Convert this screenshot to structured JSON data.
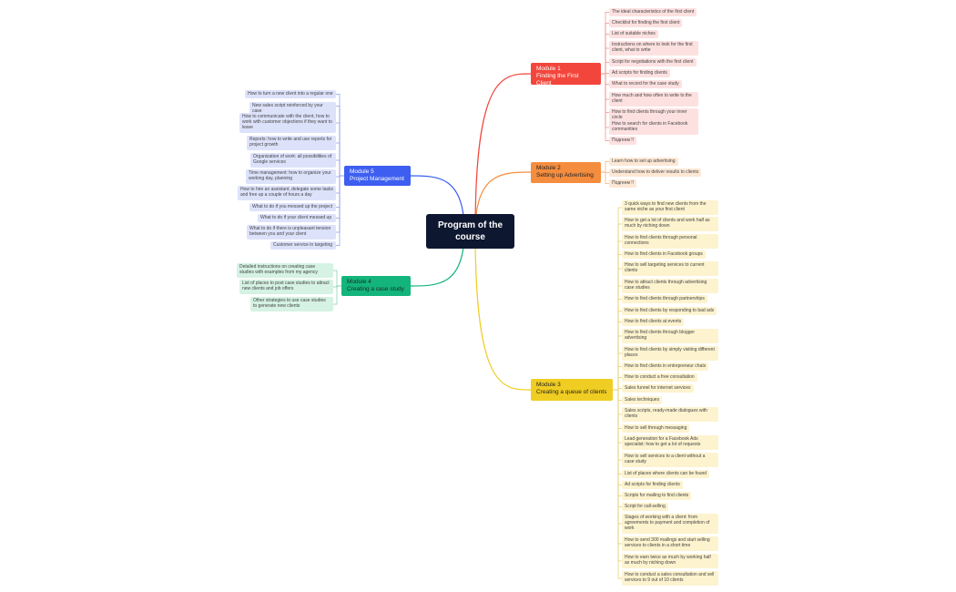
{
  "central": {
    "title": "Program of the course"
  },
  "modules": {
    "m1": {
      "name": "Module 1",
      "title": "Finding the First Client",
      "color": "#f2463c"
    },
    "m2": {
      "name": "Module 2",
      "title": "Setting up Advertising",
      "color": "#f58d3e"
    },
    "m3": {
      "name": "Module 3",
      "title": "Creating a queue of clients",
      "color": "#f0cd22"
    },
    "m4": {
      "name": "Module 4",
      "title": "Creating a case study",
      "color": "#13b57c"
    },
    "m5": {
      "name": "Module 5",
      "title": "Project Management",
      "color": "#3d5ef0"
    }
  },
  "m1_items": [
    "The ideal characteristics of the first client",
    "Checklist for finding the first client",
    "List of suitable niches",
    "Instructions on where to look for the first client, what to write",
    "Script for negotiations with the first client",
    "Ad scripts for finding clients",
    "What to record for the case study",
    "How much and how often to write to the client",
    "How to find clients through your inner circle",
    "How to search for clients in Facebook communities",
    "Подгенм !!"
  ],
  "m2_items": [
    "Learn how to set up advertising",
    "Understand how to deliver results to clients",
    "Подгенм !!"
  ],
  "m3_items": [
    "3 quick ways to find new clients from the same niche as your first client",
    "How to get a lot of clients and work half as much by niching down",
    "How to find clients through personal connections",
    "How to find clients in Facebook groups",
    "How to sell targeting services to current clients",
    "How to attract clients through advertising case studies",
    "How to find clients through partnerships",
    "How to find clients by responding to bad ads",
    "How to find clients at events",
    "How to find clients through blogger advertising",
    "How to find clients by simply visiting different places",
    "How to find clients in entrepreneur chats",
    "How to conduct a free consultation",
    "Sales funnel for internet services",
    "Sales techniques",
    "Sales scripts, ready-made dialogues with clients",
    "How to sell through messaging",
    "Lead generation for a Facebook Ads specialist: how to get a lot of requests",
    "How to sell services to a client without a case study",
    "List of places where clients can be found",
    "Ad scripts for finding clients",
    "Scripts for mailing to find clients",
    "Script for call-selling",
    "Stages of working with a client: from agreements to payment and completion of work",
    "How to send 300 mailings and start selling services to clients in a short time",
    "How to earn twice as much by working half as much by niching down",
    "How to conduct a sales consultation and sell services to 9 out of 10 clients"
  ],
  "m4_items": [
    "Detailed instructions on creating case studies with examples from my agency",
    "List of places to post case studies to attract new clients and job offers",
    "Other strategies to use case studies to generate new clients"
  ],
  "m5_items": [
    "How to turn a new client into a regular one",
    "New sales script reinforced by your case",
    "How to communicate with the client, how to work with customer objections if they want to leave",
    "Reports: how to write and use reports for project growth",
    "Organization of work: all possibilities of Google services",
    "Time management: how to organize your working day, planning",
    "How to hire an assistant, delegate some tasks and free up a couple of hours a day",
    "What to do if you messed up the project",
    "What to do if your client messed up",
    "What to do if there is unpleasant tension between you and your client",
    "Customer service in targeting"
  ]
}
